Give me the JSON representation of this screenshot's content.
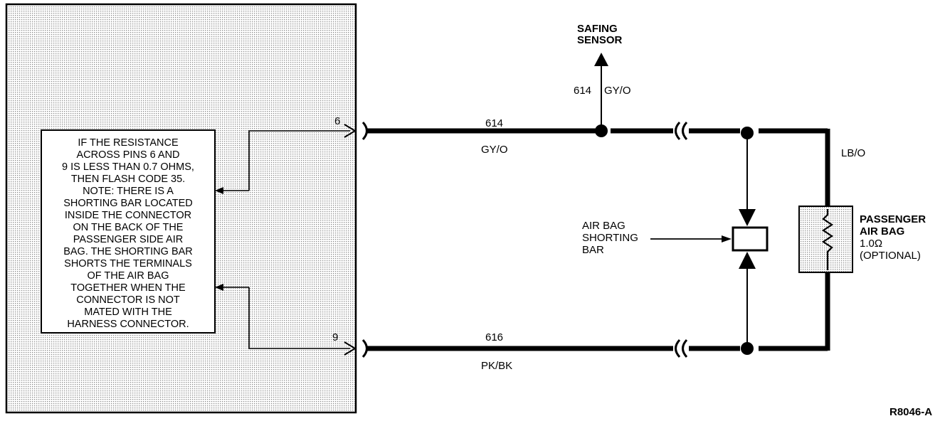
{
  "module_note": {
    "lines": [
      "IF THE RESISTANCE",
      "ACROSS PINS 6 AND",
      "9 IS LESS THAN 0.7 OHMS,",
      "THEN FLASH CODE 35.",
      "NOTE: THERE IS A",
      "SHORTING BAR LOCATED",
      "INSIDE THE CONNECTOR",
      "ON THE BACK OF THE",
      "PASSENGER SIDE AIR",
      "BAG. THE SHORTING BAR",
      "SHORTS THE TERMINALS",
      "OF THE AIR BAG",
      "TOGETHER WHEN THE",
      "CONNECTOR IS NOT",
      "MATED WITH THE",
      "HARNESS CONNECTOR."
    ]
  },
  "pins": {
    "top": "6",
    "bottom": "9"
  },
  "wires": {
    "top_circuit": "614",
    "top_color": "GY/O",
    "bottom_circuit": "616",
    "bottom_color": "PK/BK",
    "branch_circuit": "614",
    "branch_color": "GY/O",
    "right_color": "LB/O"
  },
  "safing_sensor": {
    "line1": "SAFING",
    "line2": "SENSOR"
  },
  "shorting_bar": {
    "line1": "AIR BAG",
    "line2": "SHORTING",
    "line3": "BAR"
  },
  "passenger_air_bag": {
    "line1": "PASSENGER",
    "line2": "AIR BAG",
    "line3": "1.0Ω",
    "line4": "(OPTIONAL)"
  },
  "figure_id": "R8046-A"
}
